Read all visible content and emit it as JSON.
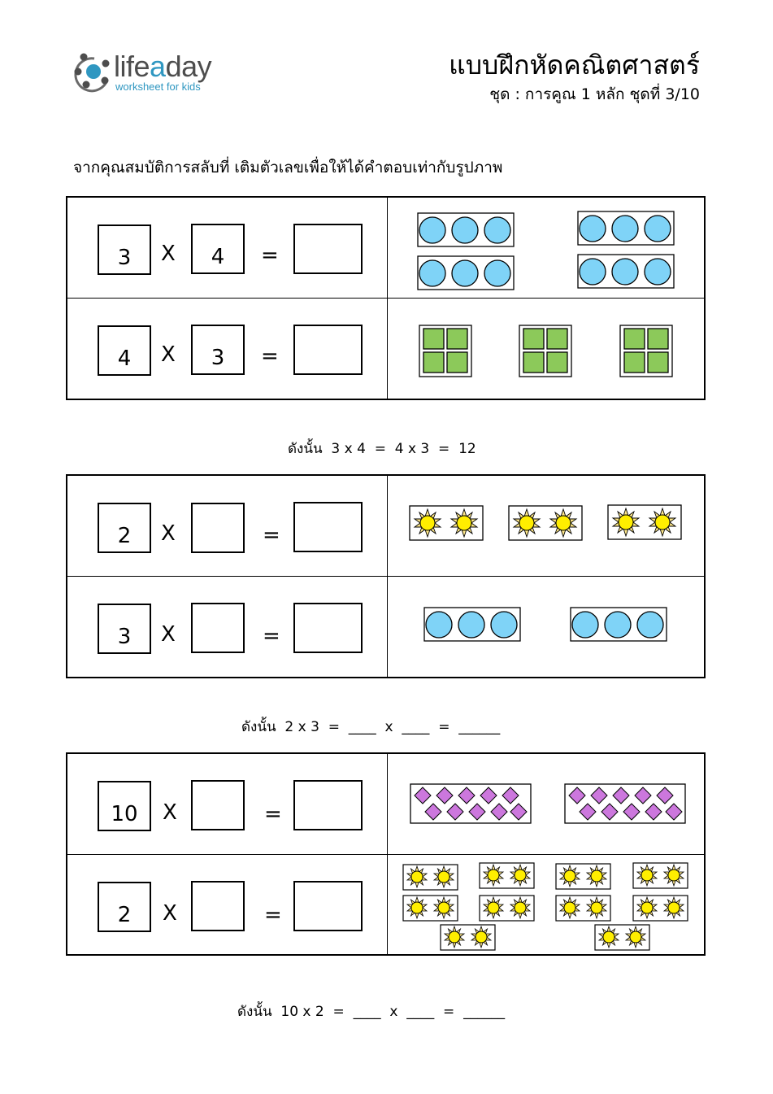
{
  "header": {
    "logo_word_a": "life",
    "logo_word_b": "a",
    "logo_word_c": "day",
    "logo_tagline": "worksheet for kids",
    "title": "แบบฝึกหัดคณิตศาสตร์",
    "subtitle": "ชุด : การคูณ 1 หลัก ชุดที่ 3/10"
  },
  "instruction": "จากคุณสมบัติการสลับที่ เติมตัวเลขเพื่อให้ได้คำตอบเท่ากับรูปภาพ",
  "symbols": {
    "times": "X",
    "equals": "="
  },
  "colors": {
    "circle": "#7fd3f7",
    "square": "#8cc95a",
    "sun": "#ffee00",
    "diamond": "#cc77dd",
    "logo_accent": "#2f97c1"
  },
  "problems": [
    {
      "rows": [
        {
          "first": "3",
          "second": "4",
          "answer": "",
          "picture": "4 groups of 3 blue circles"
        },
        {
          "first": "4",
          "second": "3",
          "answer": "",
          "picture": "3 groups of 4 green squares"
        }
      ],
      "summary": "ดังนั้น  3 x 4  =  4 x 3  =  12"
    },
    {
      "rows": [
        {
          "first": "2",
          "second": "",
          "answer": "",
          "picture": "3 groups of 2 suns"
        },
        {
          "first": "3",
          "second": "",
          "answer": "",
          "picture": "2 groups of 3 blue circles"
        }
      ],
      "summary": "ดังนั้น  2 x 3  =  ____  x  ____  =  ______"
    },
    {
      "rows": [
        {
          "first": "10",
          "second": "",
          "answer": "",
          "picture": "2 groups of 10 purple diamonds"
        },
        {
          "first": "2",
          "second": "",
          "answer": "",
          "picture": "10 groups of 2 suns"
        }
      ],
      "summary": "ดังนั้น  10 x 2  =  ____  x  ____  =  ______"
    }
  ]
}
